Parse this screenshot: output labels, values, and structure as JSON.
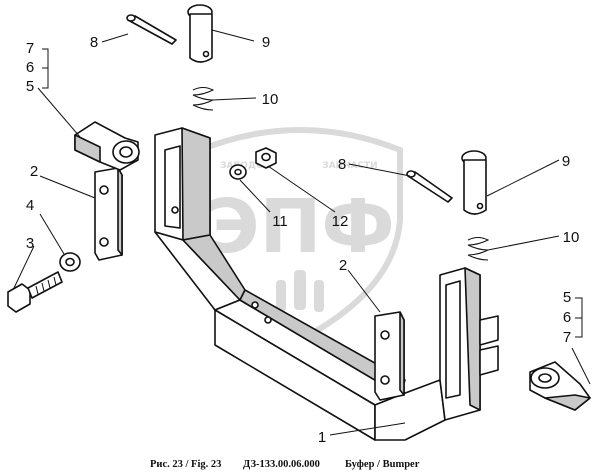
{
  "watermark": {
    "text": "ЭПФ",
    "arc_text_left": "ЗАВОДСК",
    "arc_text_right": "ЗАПЧАСТИ",
    "color": "#d6d6d6"
  },
  "callouts": [
    {
      "id": "1",
      "label": "1"
    },
    {
      "id": "2a",
      "label": "2"
    },
    {
      "id": "2b",
      "label": "2"
    },
    {
      "id": "3",
      "label": "3"
    },
    {
      "id": "4",
      "label": "4"
    },
    {
      "id": "5a",
      "label": "5"
    },
    {
      "id": "6a",
      "label": "6"
    },
    {
      "id": "7a",
      "label": "7"
    },
    {
      "id": "5b",
      "label": "5"
    },
    {
      "id": "6b",
      "label": "6"
    },
    {
      "id": "7b",
      "label": "7"
    },
    {
      "id": "8a",
      "label": "8"
    },
    {
      "id": "8b",
      "label": "8"
    },
    {
      "id": "9a",
      "label": "9"
    },
    {
      "id": "9b",
      "label": "9"
    },
    {
      "id": "10a",
      "label": "10"
    },
    {
      "id": "10b",
      "label": "10"
    },
    {
      "id": "11",
      "label": "11"
    },
    {
      "id": "12",
      "label": "12"
    }
  ],
  "caption": {
    "figure": "Рис. 23 / Fig. 23",
    "code": "ДЗ-133.00.06.000",
    "title": "Буфер / Bumper"
  }
}
